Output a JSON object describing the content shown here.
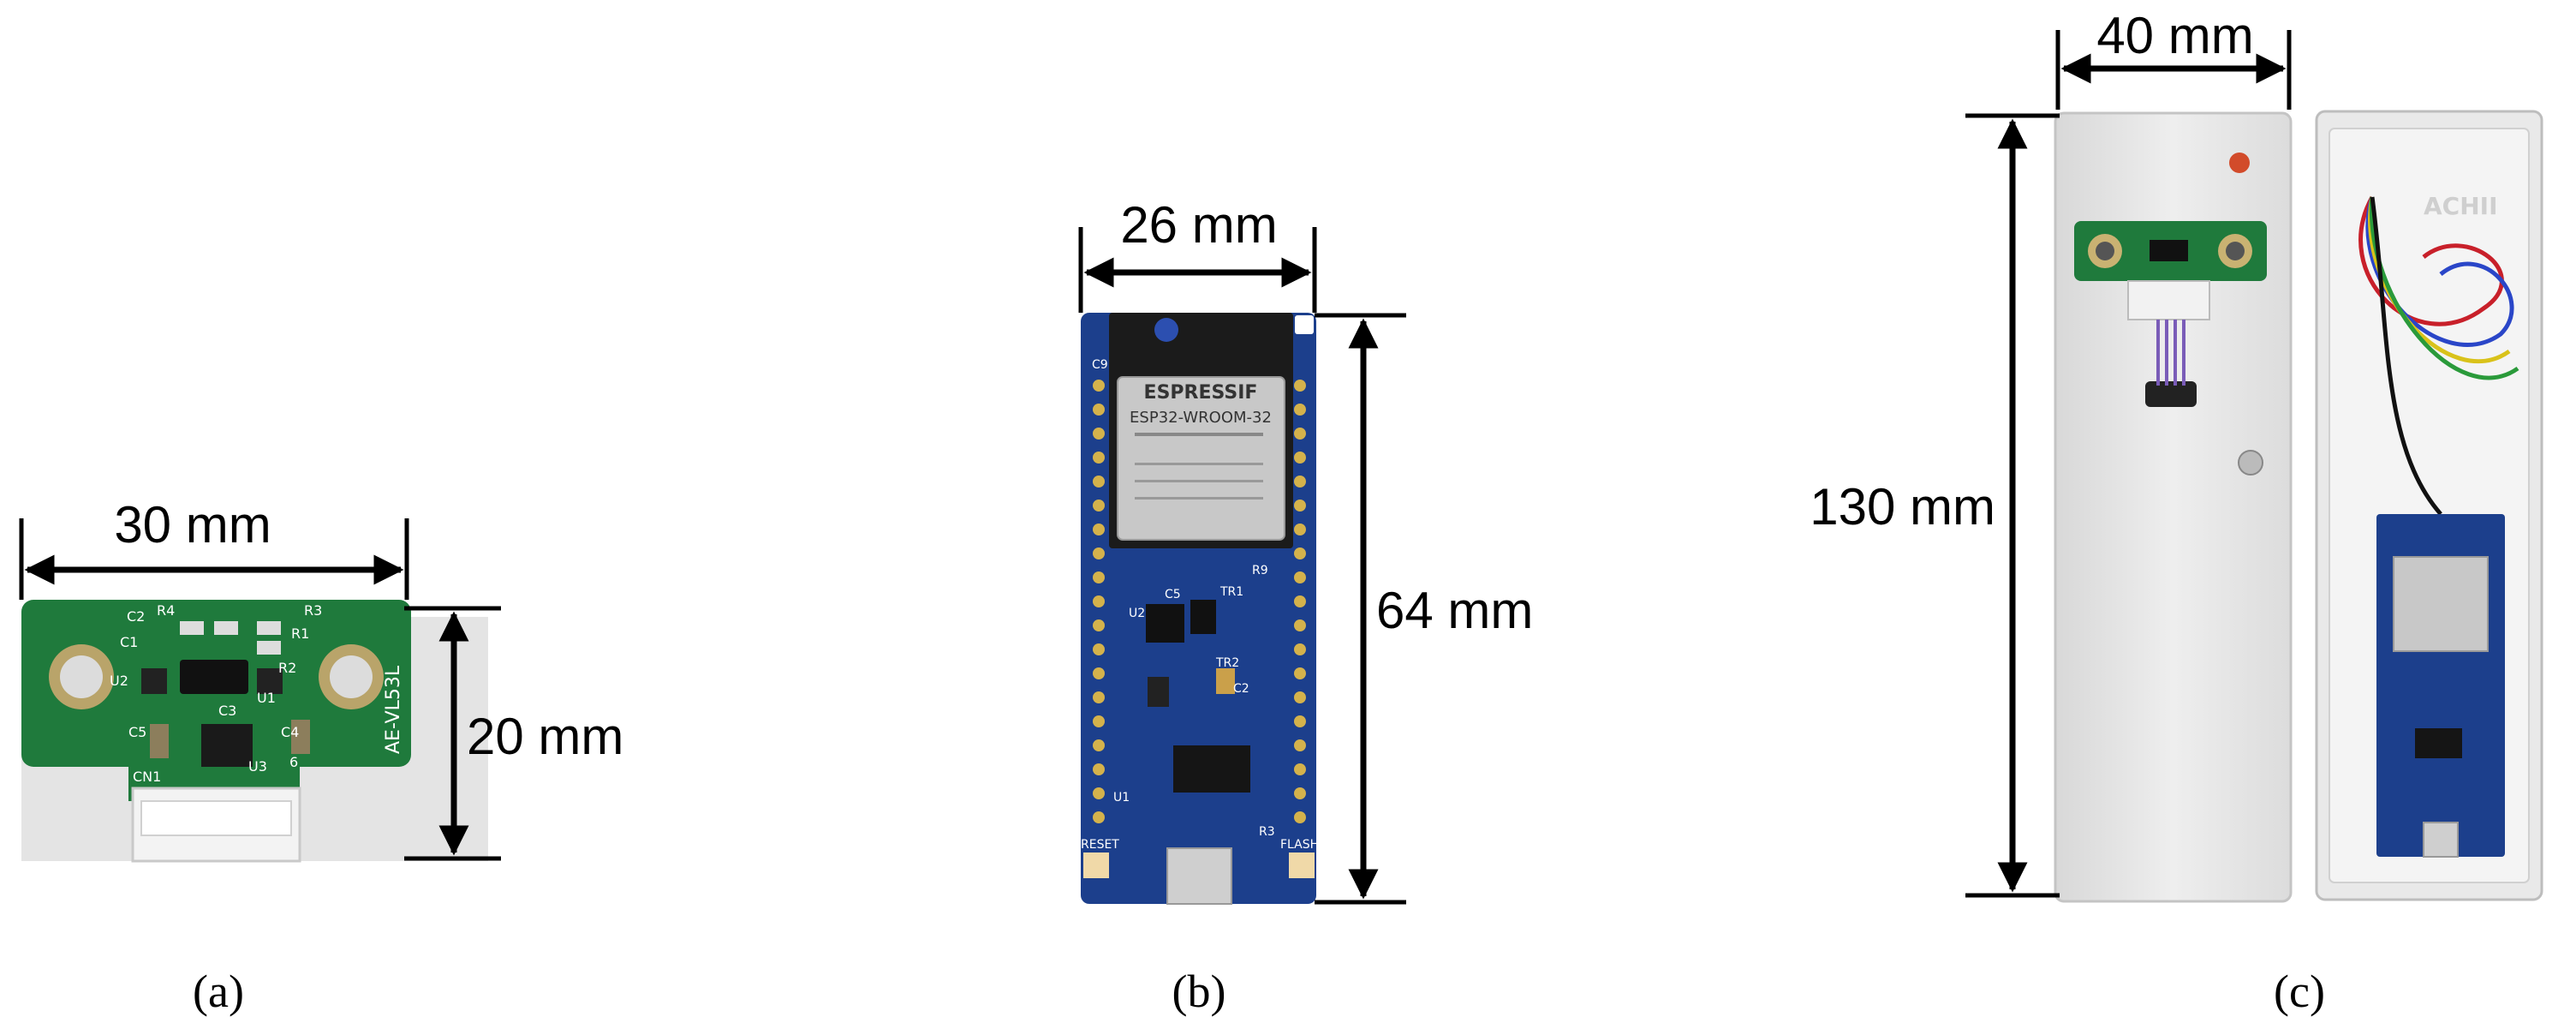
{
  "panels": [
    {
      "id": "a",
      "caption": "(a)",
      "width_label": "30 mm",
      "height_label": "20 mm",
      "board_text": "AE-VL53L",
      "silkscreen": [
        "C2",
        "R4",
        "R3",
        "C1",
        "R1",
        "R2",
        "U2",
        "U1",
        "C3",
        "C5",
        "C4",
        "U3",
        "CN1",
        "6"
      ]
    },
    {
      "id": "b",
      "caption": "(b)",
      "width_label": "26 mm",
      "height_label": "64 mm",
      "module_brand": "ESPRESSIF",
      "module_model": "ESP32-WROOM-32",
      "silkscreen": [
        "RESET",
        "FLASH",
        "C9",
        "U2",
        "C5",
        "TR1",
        "TR2",
        "R9",
        "C2",
        "R3",
        "U1"
      ]
    },
    {
      "id": "c",
      "caption": "(c)",
      "width_label": "40 mm",
      "height_label": "130 mm",
      "enclosure_text": "ACHII"
    }
  ],
  "colors": {
    "pcb_green": "#1f7a3c",
    "pcb_blue": "#1c3f8c",
    "enclosure": "#e6e6e6",
    "arrow": "#000000"
  }
}
